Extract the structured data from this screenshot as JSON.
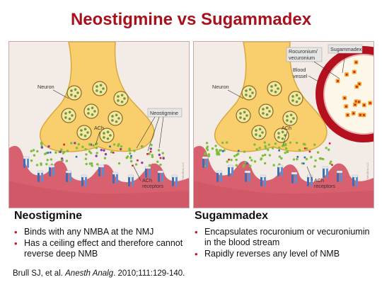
{
  "title": "Neostigmine vs Sugammadex",
  "left_panel": {
    "labels": {
      "neuron": "Neuron",
      "drug": "Neostigmine",
      "ach": "ACh",
      "receptors_1": "ACh",
      "receptors_2": "receptors",
      "watermark": "©MedEdu LLC"
    }
  },
  "right_panel": {
    "labels": {
      "neuron": "Neuron",
      "roc_1": "Rocuronium/",
      "roc_2": "vecuronium",
      "sug": "Sugammadex",
      "blood_1": "Blood",
      "blood_2": "vessel",
      "ach": "ACh",
      "receptors_1": "ACh",
      "receptors_2": "receptors",
      "watermark": "©MedEdu LLC"
    }
  },
  "neostigmine": {
    "heading": "Neostigmine",
    "bullets": [
      "Binds with any NMBA at the NMJ",
      "Has a ceiling effect and therefore cannot reverse deep NMB"
    ]
  },
  "sugammadex": {
    "heading": "Sugammadex",
    "bullets": [
      "Encapsulates rocuronium or vecuroniumin in the blood stream",
      "Rapidly reverses any level of NMB"
    ]
  },
  "citation": {
    "authors": "Brull SJ, et al. ",
    "journal": "Anesth Analg",
    "details": ". 2010;111:129-140."
  },
  "colors": {
    "title": "#a8101c",
    "neuron": "#f8cf6c",
    "muscle": "#d9606e",
    "receptor": "#3a6fb5",
    "ach_dot": "#7bbf3a",
    "vesicle": "#6a9d2f",
    "blood_vessel": "#b5101e"
  }
}
